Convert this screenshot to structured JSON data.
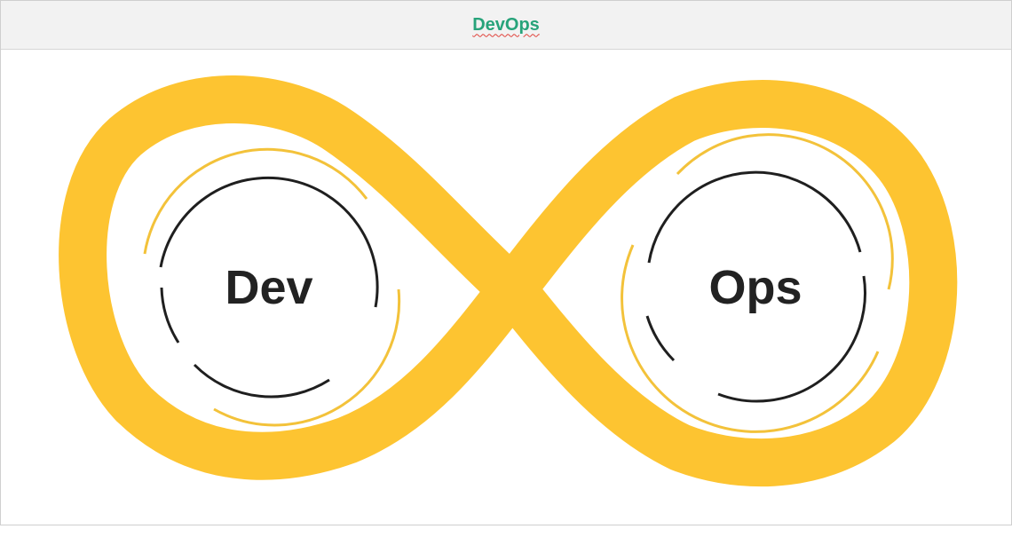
{
  "header": {
    "title": "DevOps"
  },
  "diagram": {
    "left_label": "Dev",
    "right_label": "Ops"
  },
  "colors": {
    "title": "#27a37a",
    "ring": "#fdc431",
    "thin_ring": "#f3c23a",
    "dark_ring": "#1f1f1f",
    "text": "#222222",
    "header_bg": "#f2f2f2"
  }
}
